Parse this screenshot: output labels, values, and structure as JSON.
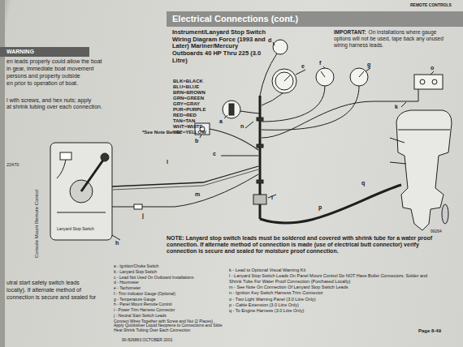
{
  "diagram": {
    "nodes": [
      {
        "text": [
          "Electrical Connections (cont.)"
        ]
      },
      {
        "text": [
          "IMPORTANT:",
          "On installations where gauge options will not be used, tape back any unused wiring harness leads."
        ]
      },
      {
        "text": [
          "WARNING"
        ]
      }
    ],
    "labels": [
      "REMOTE CONTROLS",
      "Instrument/Lanyard Stop Switch Wiring Diagram Force (1993 and Later) Mariner/Mercury Outboards 40 HP Thru 225 (3.0 Litre)",
      "BLK=BLACK",
      "BLU=BLUE",
      "BRN=BROWN",
      "GRN=GREEN",
      "GRY=GRAY",
      "PUR=PURPLE",
      "RED=RED",
      "TAN=TAN",
      "WHT=WHITE",
      "YEL=YELLOW",
      "*See Note Below*",
      "NOTE: Lanyard stop switch leads must be soldered and covered with shrink tube for a water proof connection. If alternate method of connection is made (use of electrical butt connector) verify connection is secure and sealed for moisture proof connection.",
      "a - Ignition/Choke Switch",
      "b - Lanyard Stop Switch",
      "c - Lead Not Used On Outboard Installations",
      "d - Hourmeter",
      "e - Tachometer",
      "f - Trim Indicator Gauge (Optional)",
      "g - Temperature Gauge",
      "h - Panel Mount Remote Control",
      "i - Power Trim Harness Connector",
      "j - Neutral Start Switch Leads",
      "Connect Wires Together with Screw and Nut (2 Places). Apply Quicksilver Liquid Neoprene to Connections and Slide Heat Shrink Tubing Over Each Connection",
      "k - Lead to Optional Visual Warning Kit",
      "l - Lanyard Stop Switch Leads On Panel Mount Control Do NOT Have Bullet Connectors. Solder and Shrink Tube For Water Proof Connection (Purchased Locally)",
      "m - See Note On Connection Of Lanyard Stop Switch Leads",
      "n - Ignition Key Switch Harness Trim Connector",
      "o - Two Light Warning Panel (3.0 Litre Only)",
      "p - Cable Extension (3.0 Litre Only)",
      "q - To Engine Harness (3.0 Litre Only)",
      "a",
      "b",
      "c",
      "d",
      "e",
      "f",
      "g",
      "h",
      "i",
      "j",
      "k",
      "l",
      "m",
      "n",
      "o",
      "p",
      "q",
      "22470",
      "99264",
      "Page 8-49",
      "90-826883 OCTOBER 2001",
      "en leads properly could allow the boat",
      "in gear, immediate boat movement",
      "persons and property outside",
      "en prior to operation of boat.",
      "l with screws, and hex nuts; apply",
      "at shrink tubing over each connection.",
      "utral start safety switch leads",
      "locally). If alternate method of",
      "connection is secure and sealed for",
      "Console Mount Remote Control",
      "Lanyard Stop Switch"
    ]
  }
}
